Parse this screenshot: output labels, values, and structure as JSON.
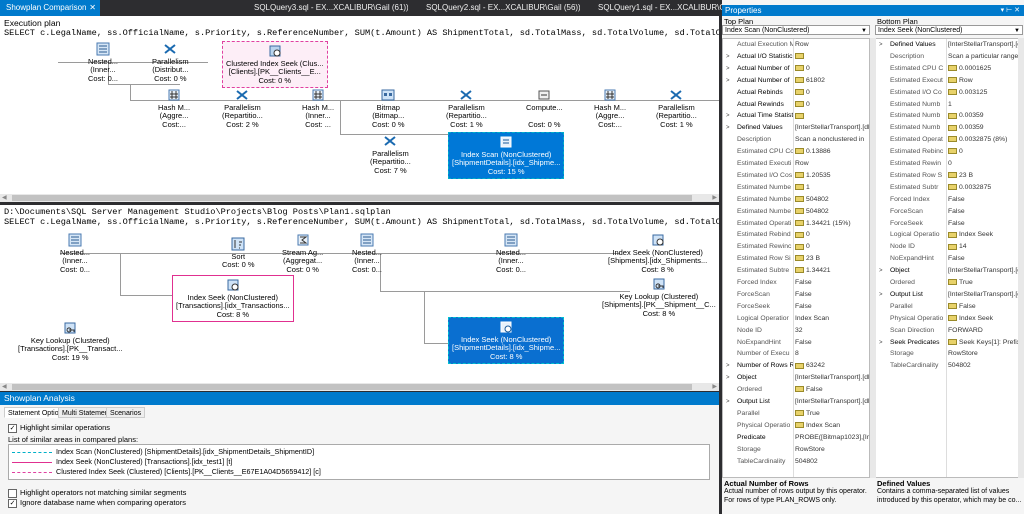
{
  "tabs": [
    {
      "label": "Showplan Comparison",
      "active": true
    },
    {
      "label": "SQLQuery3.sql - EX...XCALIBUR\\Gail (61))"
    },
    {
      "label": "SQLQuery2.sql - EX...XCALIBUR\\Gail (56))"
    },
    {
      "label": "SQLQuery1.sql - EX...XCALIBUR\\Gail (54))"
    }
  ],
  "plan1": {
    "title": "Execution plan",
    "query": "SELECT c.LegalName, ss.OfficialName, s.Priority, s.ReferenceNumber, SUM(t.Amount) AS ShipmentTotal, sd.TotalMass, sd.TotalVolume, sd.TotalCont",
    "nodes": [
      {
        "l1": "",
        "l2": "",
        "l3": ""
      },
      {
        "l1": "Nested...",
        "l2": "(Inner...",
        "l3": "Cost: 0..."
      },
      {
        "l1": "Parallelism",
        "l2": "(Distribut...",
        "l3": "Cost: 0 %"
      },
      {
        "l1": "Clustered Index Seek (Clus...",
        "l2": "[Clients].[PK__Clients__E...",
        "l3": "Cost: 0 %"
      },
      {
        "l1": "Hash M...",
        "l2": "(Aggre...",
        "l3": "Cost:..."
      },
      {
        "l1": "Parallelism",
        "l2": "(Repartitio...",
        "l3": "Cost: 2 %"
      },
      {
        "l1": "Hash M...",
        "l2": "(Inner...",
        "l3": "Cost: ..."
      },
      {
        "l1": "Bitmap",
        "l2": "(Bitmap...",
        "l3": "Cost: 0 %"
      },
      {
        "l1": "Parallelism",
        "l2": "(Repartitio...",
        "l3": "Cost: 1 %"
      },
      {
        "l1": "Compute...",
        "l2": "",
        "l3": "Cost: 0 %"
      },
      {
        "l1": "Hash M...",
        "l2": "(Aggre...",
        "l3": "Cost:..."
      },
      {
        "l1": "Parallelism",
        "l2": "(Repartitio...",
        "l3": "Cost: 1 %"
      },
      {
        "l1": "Parallelism",
        "l2": "(Repartitio...",
        "l3": "Cost: 7 %"
      },
      {
        "l1": "Index Scan (NonClustered)",
        "l2": "[ShipmentDetails].[idx_Shipme...",
        "l3": "Cost: 15 %"
      }
    ]
  },
  "plan2": {
    "path": "D:\\Documents\\SQL Server Management Studio\\Projects\\Blog Posts\\Plan1.sqlplan",
    "query": "SELECT c.LegalName, ss.OfficialName, s.Priority, s.ReferenceNumber, SUM(t.Amount) AS ShipmentTotal, sd.TotalMass, sd.TotalVolume, sd.TotalCont",
    "nodes": [
      {
        "l1": "",
        "l2": "",
        "l3": ""
      },
      {
        "l1": "Nested...",
        "l2": "(Inner...",
        "l3": "Cost: 0..."
      },
      {
        "l1": "Sort",
        "l2": "",
        "l3": "Cost: 0 %"
      },
      {
        "l1": "Stream Ag...",
        "l2": "(Aggregat...",
        "l3": "Cost: 0 %"
      },
      {
        "l1": "Nested...",
        "l2": "(Inner...",
        "l3": "Cost: 0..."
      },
      {
        "l1": "Nested...",
        "l2": "(Inner...",
        "l3": "Cost: 0..."
      },
      {
        "l1": "Index Seek (NonClustered)",
        "l2": "[Shipments].[idx_Shipments...",
        "l3": "Cost: 8 %"
      },
      {
        "l1": "Index Seek (NonClustered)",
        "l2": "[Transactions].[idx_Transactions...",
        "l3": "Cost: 8 %"
      },
      {
        "l1": "Key Lookup (Clustered)",
        "l2": "[Shipments].[PK__Shipment__C...",
        "l3": "Cost: 8 %"
      },
      {
        "l1": "Key Lookup (Clustered)",
        "l2": "[Transactions].[PK__Transact...",
        "l3": "Cost: 19 %"
      },
      {
        "l1": "Index Seek (NonClustered)",
        "l2": "[ShipmentDetails].[idx_Shipme...",
        "l3": "Cost: 8 %"
      }
    ]
  },
  "analysis": {
    "title": "Showplan Analysis",
    "tabs": [
      "Statement Options",
      "Multi Statement",
      "Scenarios"
    ],
    "highlight_similar": "Highlight similar operations",
    "list_label": "List of similar areas in compared plans:",
    "similar": [
      {
        "text": "Index Scan (NonClustered) [ShipmentDetails].[idx_ShipmentDetails_ShipmentID]",
        "color": "#00b0c8",
        "style": "dashed"
      },
      {
        "text": "Index Seek (NonClustered) [Transactions].[idx_test1] [t]",
        "color": "#e03090",
        "style": "solid"
      },
      {
        "text": "Clustered Index Seek (Clustered) [Clients].[PK__Clients__E67E1A04D5659412] [c]",
        "color": "#e040a0",
        "style": "dashed"
      }
    ],
    "highlight_not_matching": "Highlight operators not matching similar segments",
    "ignore_db": "Ignore database name when comparing operators"
  },
  "properties": {
    "title": "Properties",
    "top_label": "Top Plan",
    "bottom_label": "Bottom Plan",
    "top_select": "Index Scan (NonClustered)",
    "bottom_select": "Index Seek (NonClustered)",
    "top_rows": [
      {
        "k": "Actual Execution M",
        "v": "Row",
        "b": false,
        "e": "",
        "m": false
      },
      {
        "k": "Actual I/O Statistic",
        "v": "",
        "b": true,
        "e": ">",
        "m": true
      },
      {
        "k": "Actual Number of",
        "v": "0",
        "b": true,
        "e": ">",
        "m": true
      },
      {
        "k": "Actual Number of",
        "v": "61802",
        "b": true,
        "e": ">",
        "m": true
      },
      {
        "k": "Actual Rebinds",
        "v": "0",
        "b": true,
        "e": "",
        "m": true
      },
      {
        "k": "Actual Rewinds",
        "v": "0",
        "b": true,
        "e": "",
        "m": true
      },
      {
        "k": "Actual Time Statist",
        "v": "",
        "b": true,
        "e": ">",
        "m": true
      },
      {
        "k": "Defined Values",
        "v": "[InterStellarTransport].[dbo].[Sh",
        "b": true,
        "e": ">",
        "m": false
      },
      {
        "k": "Description",
        "v": "Scan a nonclustered in",
        "b": false,
        "e": "",
        "m": false
      },
      {
        "k": "Estimated CPU Co",
        "v": "0.13886",
        "b": false,
        "e": "",
        "m": true
      },
      {
        "k": "Estimated Executi",
        "v": "Row",
        "b": false,
        "e": "",
        "m": false
      },
      {
        "k": "Estimated I/O Cos",
        "v": "1.20535",
        "b": false,
        "e": "",
        "m": true
      },
      {
        "k": "Estimated Numbe",
        "v": "1",
        "b": false,
        "e": "",
        "m": true
      },
      {
        "k": "Estimated Numbe",
        "v": "504802",
        "b": false,
        "e": "",
        "m": true
      },
      {
        "k": "Estimated Numbe",
        "v": "504802",
        "b": false,
        "e": "",
        "m": true
      },
      {
        "k": "Estimated Operati",
        "v": "1.34421 (15%)",
        "b": false,
        "e": "",
        "m": true
      },
      {
        "k": "Estimated Rebind",
        "v": "0",
        "b": false,
        "e": "",
        "m": true
      },
      {
        "k": "Estimated Rewinc",
        "v": "0",
        "b": false,
        "e": "",
        "m": true
      },
      {
        "k": "Estimated Row Si",
        "v": "23 B",
        "b": false,
        "e": "",
        "m": true
      },
      {
        "k": "Estimated Subtre",
        "v": "1.34421",
        "b": false,
        "e": "",
        "m": true
      },
      {
        "k": "Forced Index",
        "v": "False",
        "b": false,
        "e": "",
        "m": false
      },
      {
        "k": "ForceScan",
        "v": "False",
        "b": false,
        "e": "",
        "m": false
      },
      {
        "k": "ForceSeek",
        "v": "False",
        "b": false,
        "e": "",
        "m": false
      },
      {
        "k": "Logical Operatior",
        "v": "Index Scan",
        "b": false,
        "e": "",
        "m": false
      },
      {
        "k": "Node ID",
        "v": "32",
        "b": false,
        "e": "",
        "m": false
      },
      {
        "k": "NoExpandHint",
        "v": "False",
        "b": false,
        "e": "",
        "m": false
      },
      {
        "k": "Number of Execu",
        "v": "8",
        "b": false,
        "e": "",
        "m": false
      },
      {
        "k": "Number of Rows R",
        "v": "63242",
        "b": true,
        "e": ">",
        "m": true
      },
      {
        "k": "Object",
        "v": "[InterStellarTransport].[dbo].[Sh",
        "b": true,
        "e": ">",
        "m": false
      },
      {
        "k": "Ordered",
        "v": "False",
        "b": false,
        "e": "",
        "m": true
      },
      {
        "k": "Output List",
        "v": "[InterStellarTransport].[dbo].[Sh",
        "b": true,
        "e": ">",
        "m": false
      },
      {
        "k": "Parallel",
        "v": "True",
        "b": false,
        "e": "",
        "m": true
      },
      {
        "k": "Physical Operatio",
        "v": "Index Scan",
        "b": false,
        "e": "",
        "m": true
      },
      {
        "k": "Predicate",
        "v": "PROBE([Bitmap1023],[Ir",
        "b": true,
        "e": "",
        "m": false
      },
      {
        "k": "Storage",
        "v": "RowStore",
        "b": false,
        "e": "",
        "m": false
      },
      {
        "k": "TableCardinality",
        "v": "504802",
        "b": false,
        "e": "",
        "m": false
      }
    ],
    "bottom_rows": [
      {
        "k": "Defined Values",
        "v": "[InterStellarTransport].[dbo].[Tr",
        "b": true,
        "e": ">",
        "m": false
      },
      {
        "k": "Description",
        "v": "Scan a particular range",
        "b": false,
        "e": "",
        "m": false
      },
      {
        "k": "Estimated CPU C",
        "v": "0.0001625",
        "b": false,
        "e": "",
        "m": true
      },
      {
        "k": "Estimated Execut",
        "v": "Row",
        "b": false,
        "e": "",
        "m": true
      },
      {
        "k": "Estimated I/O Co",
        "v": "0.003125",
        "b": false,
        "e": "",
        "m": true
      },
      {
        "k": "Estimated Numb",
        "v": "1",
        "b": false,
        "e": "",
        "m": false
      },
      {
        "k": "Estimated Numb",
        "v": "0.00359",
        "b": false,
        "e": "",
        "m": true
      },
      {
        "k": "Estimated Numb",
        "v": "0.00359",
        "b": false,
        "e": "",
        "m": true
      },
      {
        "k": "Estimated Operat",
        "v": "0.0032875 (8%)",
        "b": false,
        "e": "",
        "m": true
      },
      {
        "k": "Estimated Rebinc",
        "v": "0",
        "b": false,
        "e": "",
        "m": true
      },
      {
        "k": "Estimated Rewin",
        "v": "0",
        "b": false,
        "e": "",
        "m": false
      },
      {
        "k": "Estimated Row S",
        "v": "23 B",
        "b": false,
        "e": "",
        "m": true
      },
      {
        "k": "Estimated Subtr",
        "v": "0.0032875",
        "b": false,
        "e": "",
        "m": true
      },
      {
        "k": "Forced Index",
        "v": "False",
        "b": false,
        "e": "",
        "m": false
      },
      {
        "k": "ForceScan",
        "v": "False",
        "b": false,
        "e": "",
        "m": false
      },
      {
        "k": "ForceSeek",
        "v": "False",
        "b": false,
        "e": "",
        "m": false
      },
      {
        "k": "Logical Operatio",
        "v": "Index Seek",
        "b": false,
        "e": "",
        "m": true
      },
      {
        "k": "Node ID",
        "v": "14",
        "b": false,
        "e": "",
        "m": true
      },
      {
        "k": "NoExpandHint",
        "v": "False",
        "b": false,
        "e": "",
        "m": false
      },
      {
        "k": "Object",
        "v": "[InterStellarTransport].[dbo].[Tr",
        "b": true,
        "e": ">",
        "m": false
      },
      {
        "k": "Ordered",
        "v": "True",
        "b": false,
        "e": "",
        "m": true
      },
      {
        "k": "Output List",
        "v": "[InterStellarTransport].[dbo].[Tr",
        "b": true,
        "e": ">",
        "m": false
      },
      {
        "k": "Parallel",
        "v": "False",
        "b": false,
        "e": "",
        "m": true
      },
      {
        "k": "Physical Operatio",
        "v": "Index Seek",
        "b": false,
        "e": "",
        "m": true
      },
      {
        "k": "Scan Direction",
        "v": "FORWARD",
        "b": false,
        "e": "",
        "m": false
      },
      {
        "k": "Seek Predicates",
        "v": "Seek Keys[1]: Prefix: [In",
        "b": true,
        "e": ">",
        "m": true
      },
      {
        "k": "Storage",
        "v": "RowStore",
        "b": false,
        "e": "",
        "m": false
      },
      {
        "k": "TableCardinality",
        "v": "504802",
        "b": false,
        "e": "",
        "m": false
      }
    ],
    "top_desc_title": "Actual Number of Rows",
    "top_desc": "Actual number of rows output by this operator. For rows of type PLAN_ROWS only.",
    "bottom_desc_title": "Defined Values",
    "bottom_desc": "Contains a comma-separated list of values introduced by this operator, which may be co..."
  },
  "colors": {
    "accent": "#007acc",
    "highlight_pink": "#e040a0",
    "highlight_blue": "#0078d7",
    "highlight_teal": "#00b0c8"
  }
}
